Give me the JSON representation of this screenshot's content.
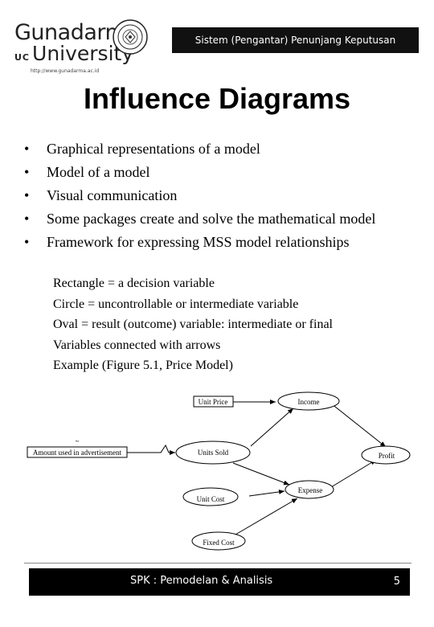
{
  "header": {
    "logo_name": "Gunadarma",
    "logo_uc": "UC",
    "logo_university": "University",
    "logo_url": "http://www.gunadarma.ac.id",
    "title": "Sistem (Pengantar) Penunjang Keputusan"
  },
  "slide": {
    "title": "Influence Diagrams",
    "bullets": [
      "Graphical representations of a model",
      "Model of a model",
      "Visual communication",
      "Some packages create and solve the mathematical model",
      "Framework for expressing MSS model relationships"
    ],
    "sub_items": [
      "Rectangle = a decision variable",
      "Circle  = uncontrollable or intermediate variable",
      "Oval = result (outcome) variable: intermediate or final",
      "Variables connected with arrows",
      "Example (Figure 5.1, Price Model)"
    ]
  },
  "diagram": {
    "nodes": {
      "unit_price": "Unit Price",
      "income": "Income",
      "advertisement": "Amount used in advertisement",
      "tilde": "~",
      "units_sold": "Units Sold",
      "profit": "Profit",
      "expense": "Expense",
      "unit_cost": "Unit Cost",
      "fixed_cost": "Fixed Cost"
    }
  },
  "footer": {
    "text": "SPK : Pemodelan & Analisis",
    "page": "5"
  }
}
